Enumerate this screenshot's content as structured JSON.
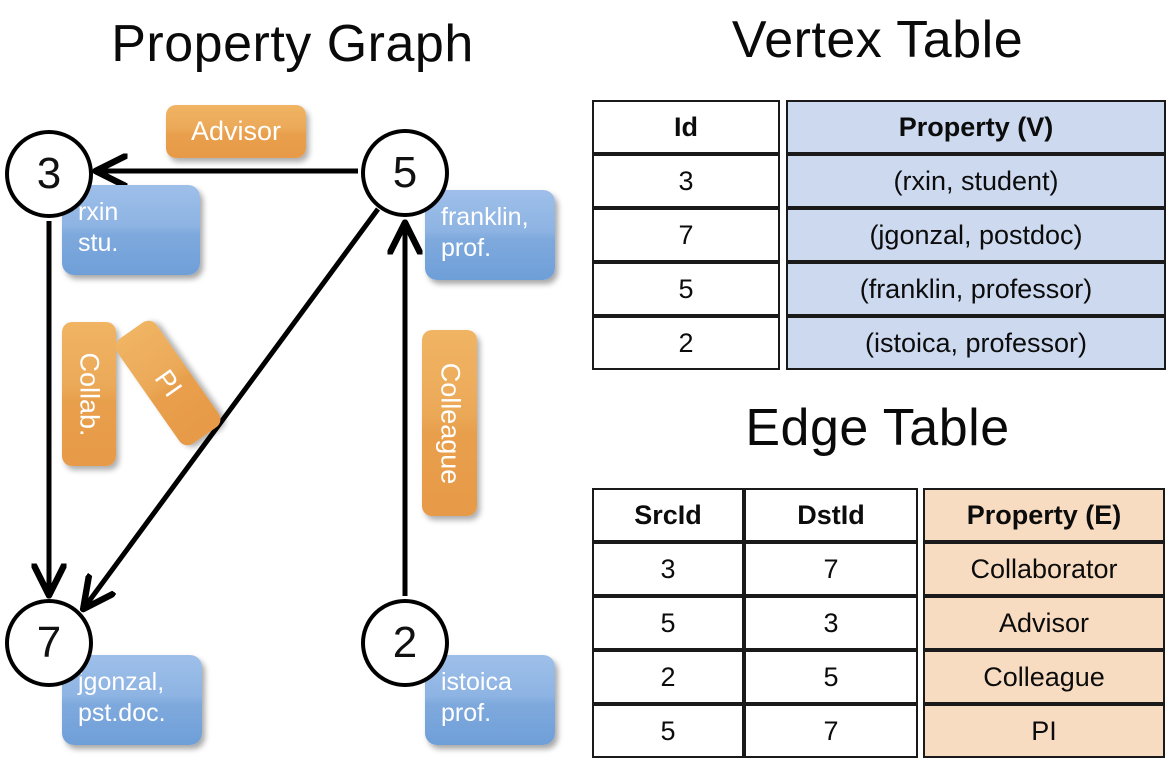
{
  "titles": {
    "property_graph": "Property Graph",
    "vertex_table": "Vertex Table",
    "edge_table": "Edge Table"
  },
  "graph": {
    "nodes": [
      {
        "id": "3",
        "property": "rxin\nstu."
      },
      {
        "id": "5",
        "property": "franklin,\nprof."
      },
      {
        "id": "7",
        "property": "jgonzal,\npst.doc."
      },
      {
        "id": "2",
        "property": "istoica\nprof."
      }
    ],
    "edge_labels": [
      {
        "name": "advisor",
        "label": "Advisor"
      },
      {
        "name": "collab",
        "label": "Collab."
      },
      {
        "name": "pi",
        "label": "PI"
      },
      {
        "name": "colleague",
        "label": "Colleague"
      }
    ]
  },
  "vertex_table": {
    "headers": [
      "Id",
      "Property (V)"
    ],
    "rows": [
      [
        "3",
        "(rxin, student)"
      ],
      [
        "7",
        "(jgonzal, postdoc)"
      ],
      [
        "5",
        "(franklin, professor)"
      ],
      [
        "2",
        "(istoica, professor)"
      ]
    ]
  },
  "edge_table": {
    "headers": [
      "SrcId",
      "DstId",
      "Property (E)"
    ],
    "rows": [
      [
        "3",
        "7",
        "Collaborator"
      ],
      [
        "5",
        "3",
        "Advisor"
      ],
      [
        "2",
        "5",
        "Colleague"
      ],
      [
        "5",
        "7",
        "PI"
      ]
    ]
  },
  "colors": {
    "vertex_box": "#8eb4e3",
    "edge_box": "#eba958",
    "vertex_table_cell": "#ccd9ef",
    "edge_table_cell": "#f7dcc1",
    "stroke": "#000000",
    "background": "#ffffff"
  }
}
